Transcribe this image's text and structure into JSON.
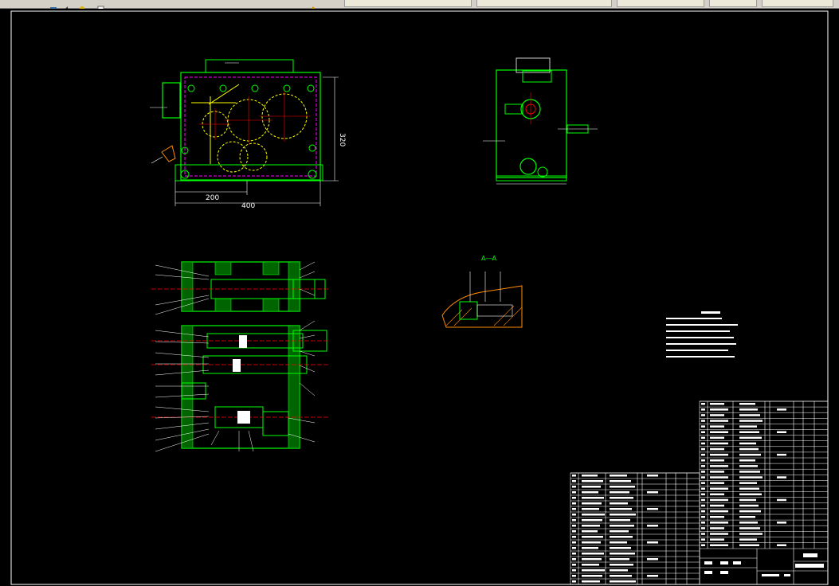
{
  "toolbar": {
    "tabs": [
      "",
      "",
      "",
      "",
      ""
    ]
  },
  "drawing": {
    "front_view": {
      "dim_height": "320",
      "dim_half": "200",
      "dim_width": "400"
    },
    "section_label": "A—A"
  },
  "colors": {
    "background": "#000000",
    "frame": "#ffffff",
    "outline": "#00ff00",
    "hidden": "#ff00ff",
    "gear": "#ffff00",
    "center": "#ff0000",
    "hatch": "#ff8c00",
    "dim": "#ffffff"
  },
  "icons": [
    "open-icon",
    "undo-icon",
    "redo-icon",
    "layer-icon",
    "properties-icon"
  ]
}
